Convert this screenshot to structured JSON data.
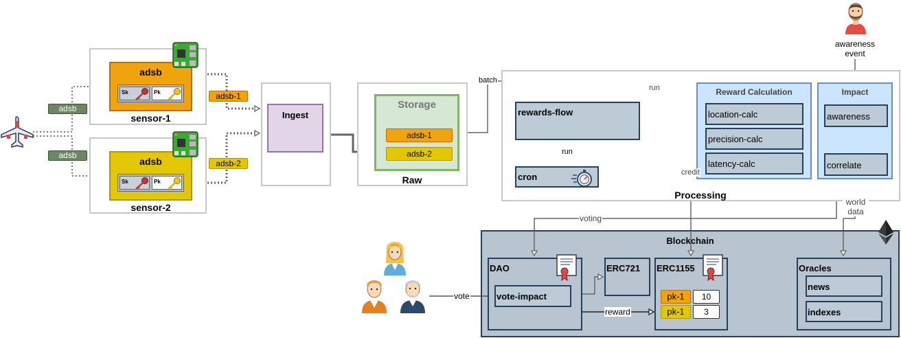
{
  "sensors": {
    "sensor1": {
      "box_label": "adsb",
      "name": "sensor-1",
      "sk": "Sk",
      "pk": "Pk",
      "output": "adsb-1"
    },
    "sensor2": {
      "box_label": "adsb",
      "name": "sensor-2",
      "sk": "Sk",
      "pk": "Pk",
      "output": "adsb-2"
    },
    "link_label_top": "adsb",
    "link_label_bottom": "adsb"
  },
  "ingest": {
    "title": "Ingest"
  },
  "raw": {
    "title": "Raw",
    "storage_title": "Storage",
    "items": [
      "adsb-1",
      "adsb-2"
    ]
  },
  "processing": {
    "title": "Processing",
    "batch_label": "batch",
    "rewards_flow": "rewards-flow",
    "cron": "cron",
    "run_label_1": "run",
    "run_label_2": "run",
    "credit_label": "credit",
    "reward_calculation": {
      "title": "Reward Calculation",
      "items": [
        "location-calc",
        "precision-calc",
        "latency-calc"
      ]
    },
    "impact": {
      "title": "Impact",
      "items": [
        "awareness",
        "correlate"
      ]
    }
  },
  "awareness_event": {
    "line1": "awareness",
    "line2": "event"
  },
  "links": {
    "voting": "voting",
    "world_data_1": "world",
    "world_data_2": "data",
    "vote": "vote",
    "reward": "reward"
  },
  "blockchain": {
    "title": "Blockchain",
    "dao": {
      "title": "DAO",
      "item": "vote-impact"
    },
    "erc721": "ERC721",
    "erc1155": {
      "title": "ERC1155",
      "rows": [
        {
          "key": "pk-1",
          "value": "10"
        },
        {
          "key": "pk-1",
          "value": "3"
        }
      ]
    },
    "oracles": {
      "title": "Oracles",
      "items": [
        "news",
        "indexes"
      ]
    }
  },
  "colors": {
    "orange": "#f0a30a",
    "yellow": "#e3c800",
    "green_tag": "#6d8764",
    "purple_fill": "#e1d5e7",
    "storage_fill": "#d5e8d4",
    "blue_fill": "#cce5ff",
    "node_fill": "#bccbd6",
    "chain_fill": "#b8c4d0",
    "dark": "#24405a"
  },
  "icons": [
    "airplane-icon",
    "raspberry-pi-icon",
    "key-icon",
    "stopwatch-icon",
    "certificate-icon",
    "ethereum-icon",
    "person-icon"
  ]
}
